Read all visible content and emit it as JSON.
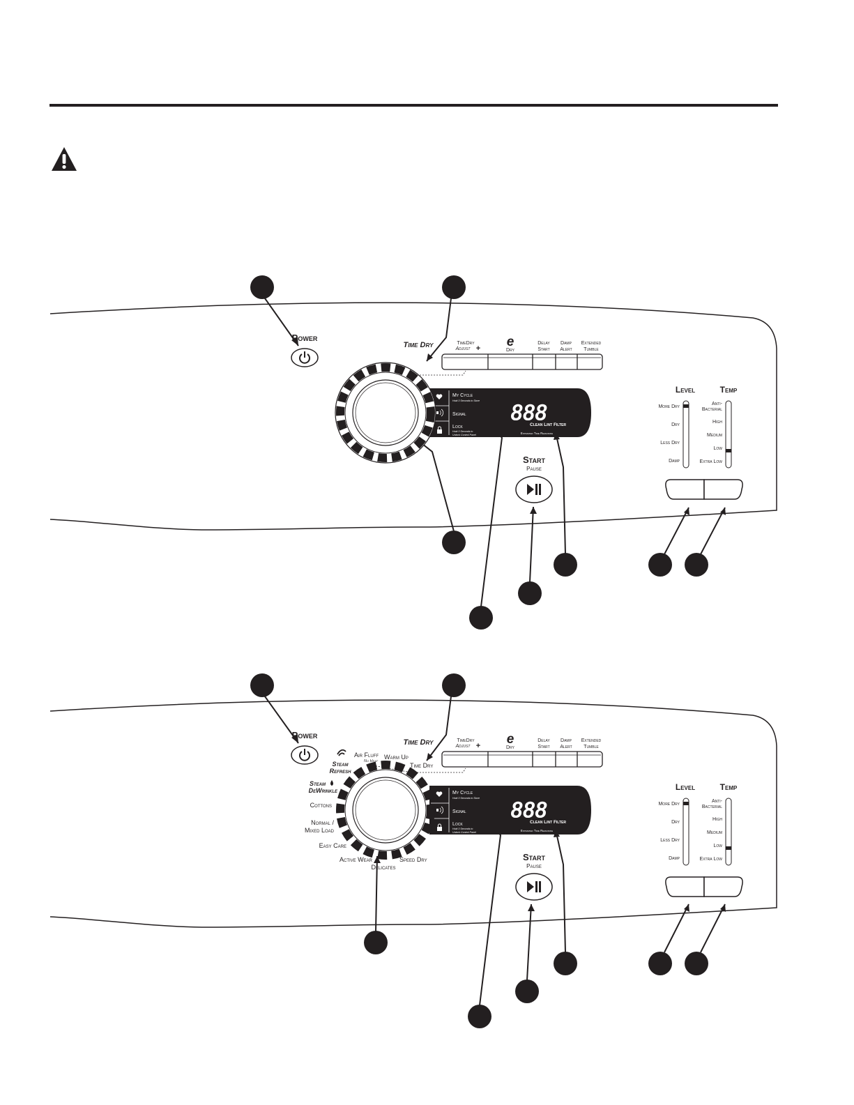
{
  "icons": [
    "warning-icon",
    "power-icon",
    "heart-icon",
    "speaker-icon",
    "lock-icon",
    "play-pause-icon",
    "e-dry-icon",
    "steam-icon"
  ],
  "colors": {
    "ink": "#231f20",
    "panel_bg": "#ffffff",
    "display_bg": "#231f20",
    "display_text": "#ffffff"
  },
  "panel": {
    "power_label": "Power",
    "time_dry_label": "Time Dry",
    "buttons": {
      "timedry_adjust_line1": "TimeDry",
      "timedry_adjust_line2": "Adjust",
      "timedry_plus": "+",
      "edry_glyph": "e",
      "edry_label": "Dry",
      "delay_start_line1": "Delay",
      "delay_start_line2": "Start",
      "damp_alert_line1": "Damp",
      "damp_alert_line2": "Alert",
      "extended_tumble_line1": "Extended",
      "extended_tumble_line2": "Tumble"
    },
    "display": {
      "my_cycle": "My Cycle",
      "my_cycle_hint": "Hold 3 Seconds to Store",
      "signal": "Signal",
      "lock": "Lock",
      "lock_hint_line1": "Hold 3 Seconds to",
      "lock_hint_line2": "Unlock Control Panel",
      "digits": "888",
      "clean_lint_filter": "Clean Lint Filter",
      "estimated_time": "Estimated Time Remaining"
    },
    "start_label": "Start",
    "pause_label": "Pause",
    "level": {
      "title": "Level",
      "options": [
        "More Dry",
        "Dry",
        "Less Dry",
        "Damp"
      ],
      "selected": "More Dry"
    },
    "temp": {
      "title": "Temp",
      "options_line1": [
        "Anti-",
        "High",
        "Medium",
        "Low",
        "Extra Low"
      ],
      "anti_line2": "Bacterial",
      "selected": "Low"
    }
  },
  "cycles": {
    "air_fluff": "Air Fluff",
    "air_fluff_sub": "No Heat",
    "warm_up": "Warm Up",
    "time_dry": "Time Dry",
    "steam_refresh_line1": "Steam",
    "steam_refresh_line2": "Refresh",
    "steam_dewrinkle_line1": "Steam",
    "steam_dewrinkle_line2": "DeWrinkle",
    "cottons": "Cottons",
    "normal_mixed_line1": "Normal /",
    "normal_mixed_line2": "Mixed Load",
    "easy_care": "Easy Care",
    "active_wear": "Active Wear",
    "delicates": "Delicates",
    "speed_dry": "Speed Dry"
  }
}
